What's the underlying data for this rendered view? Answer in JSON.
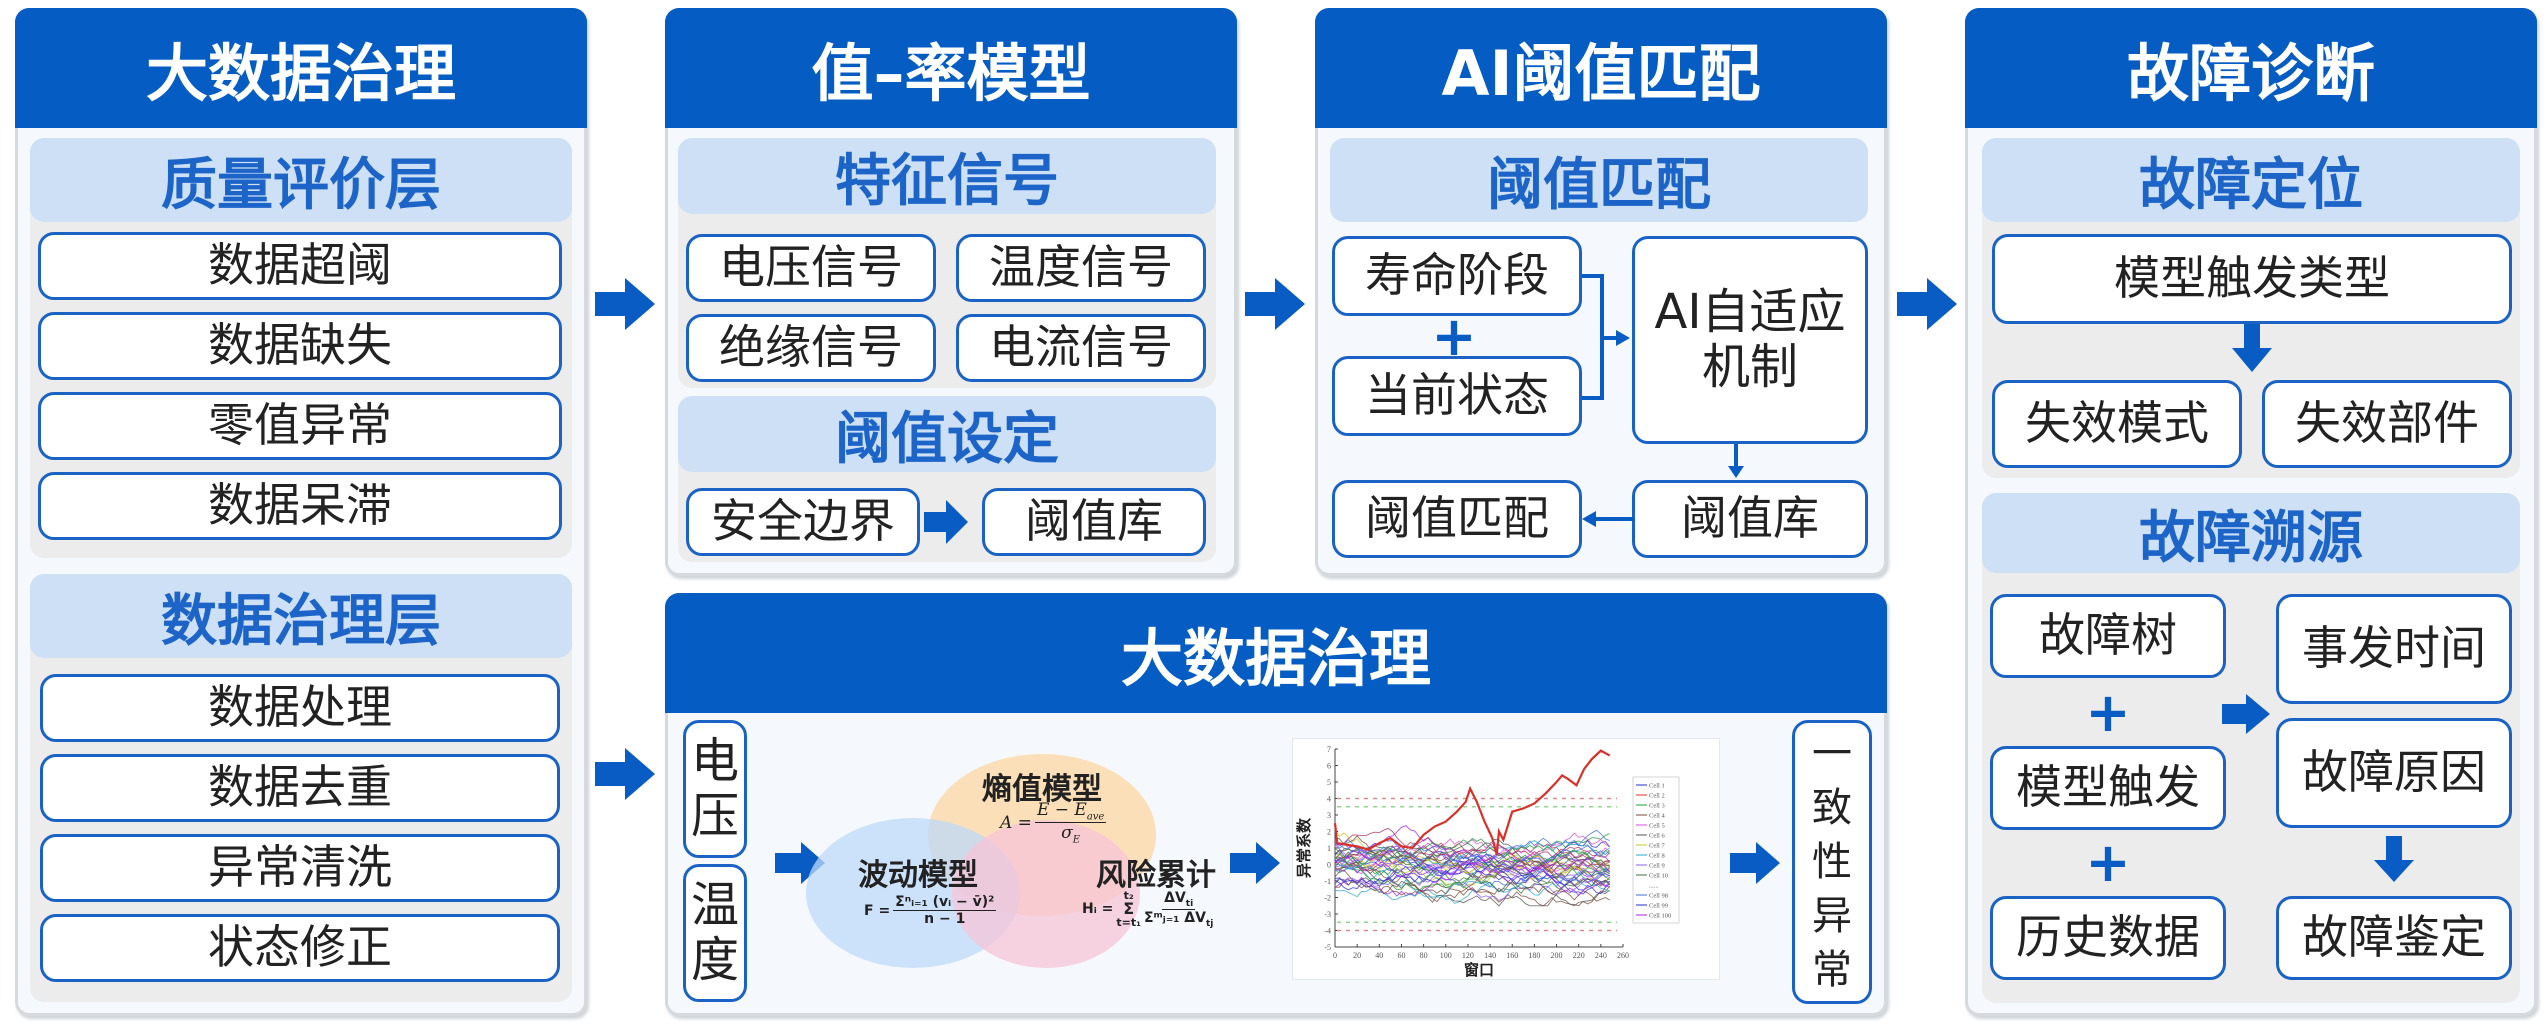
{
  "colors": {
    "primary": "#055cc3",
    "section_bg": "#cde0f5",
    "section_text": "#1c64c8",
    "box_border": "#1a63c5"
  },
  "panels": {
    "governance": {
      "title": "大数据治理",
      "quality_layer": {
        "title": "质量评价层",
        "items": [
          "数据超阈",
          "数据缺失",
          "零值异常",
          "数据呆滞"
        ]
      },
      "processing_layer": {
        "title": "数据治理层",
        "items": [
          "数据处理",
          "数据去重",
          "异常清洗",
          "状态修正"
        ]
      }
    },
    "value_rate_model": {
      "title": "值–率模型",
      "features": {
        "title": "特征信号",
        "items": [
          "电压信号",
          "温度信号",
          "绝缘信号",
          "电流信号"
        ]
      },
      "threshold_setting": {
        "title": "阈值设定",
        "from": "安全边界",
        "to": "阈值库"
      }
    },
    "ai_threshold": {
      "title": "AI阈值匹配",
      "section_title": "阈值匹配",
      "life_stage": "寿命阶段",
      "current_state": "当前状态",
      "mechanism_line1": "AI自适应",
      "mechanism_line2": "机制",
      "threshold_library": "阈值库",
      "threshold_match": "阈值匹配"
    },
    "fault_diagnosis": {
      "title": "故障诊断",
      "locate": {
        "title": "故障定位",
        "trigger_type": "模型触发类型",
        "failure_mode": "失效模式",
        "failure_part": "失效部件"
      },
      "trace": {
        "title": "故障溯源",
        "inputs": [
          "故障树",
          "模型触发",
          "历史数据"
        ],
        "outputs": [
          "事发时间",
          "故障原因"
        ],
        "result": "故障鉴定"
      }
    },
    "bigdata_bottom": {
      "title": "大数据治理",
      "inputs": [
        [
          "电",
          "压"
        ],
        [
          "温",
          "度"
        ]
      ],
      "venn": {
        "entropy": {
          "title": "熵值模型",
          "formula_lhs": "A =",
          "formula_num": "E − E",
          "formula_num_sub": "ave",
          "formula_den": "σ",
          "formula_den_sub": "E"
        },
        "fluctuation": {
          "title": "波动模型",
          "formula_lhs": "F =",
          "formula_num": "Σⁿᵢ₌₁ (vᵢ − v̄)²",
          "formula_den": "n − 1"
        },
        "risk": {
          "title": "风险累计",
          "formula_lhs": "Hᵢ =",
          "formula_sum": "Σ",
          "formula_sum_top": "t₂",
          "formula_sum_bot": "t=t₁",
          "formula_num": "ΔV",
          "formula_num_sub": "ti",
          "formula_den": "Σᵐⱼ₌₁ ΔV",
          "formula_den_sub": "tj"
        }
      },
      "output": [
        "一",
        "致",
        "性",
        "异",
        "常"
      ]
    }
  },
  "chart_data": {
    "type": "line",
    "title": "",
    "xlabel": "窗口",
    "ylabel": "异常系数",
    "xlim": [
      0,
      260
    ],
    "ylim": [
      -5,
      7
    ],
    "x_ticks": [
      "0",
      "20",
      "40",
      "60",
      "80",
      "100",
      "120",
      "140",
      "160",
      "180",
      "200",
      "220",
      "240",
      "260"
    ],
    "y_ticks": [
      "-5",
      "-4",
      "-3",
      "-2",
      "-1",
      "0",
      "1",
      "2",
      "3",
      "4",
      "5",
      "6",
      "7"
    ],
    "thresholds": [
      {
        "value": 4,
        "color": "#d98a8a",
        "style": "dashed"
      },
      {
        "value": 3.5,
        "color": "#8fd48f",
        "style": "dashed"
      },
      {
        "value": -3.5,
        "color": "#8fd48f",
        "style": "dashed"
      },
      {
        "value": -4,
        "color": "#d98a8a",
        "style": "dashed"
      }
    ],
    "legend": [
      "Cell 1",
      "Cell 2",
      "Cell 3",
      "Cell 4",
      "Cell 5",
      "Cell 6",
      "Cell 7",
      "Cell 8",
      "Cell 9",
      "Cell 10",
      "......",
      "Cell 98",
      "Cell 99",
      "Cell 100"
    ],
    "legend_placement": "right",
    "highlight_series": {
      "name": "Cell 2",
      "color": "#d8312a",
      "x": [
        0,
        2,
        10,
        20,
        30,
        40,
        50,
        60,
        70,
        80,
        90,
        100,
        110,
        118,
        122,
        128,
        135,
        142,
        146,
        148,
        152,
        160,
        170,
        180,
        190,
        200,
        205,
        210,
        218,
        225,
        232,
        240,
        248
      ],
      "y": [
        2.5,
        1.3,
        1.2,
        1.1,
        0.9,
        1.3,
        1.6,
        1.1,
        1.0,
        1.8,
        2.3,
        2.6,
        3.2,
        3.8,
        4.6,
        3.8,
        2.6,
        1.6,
        0.6,
        2.0,
        1.5,
        3.2,
        3.4,
        3.7,
        4.3,
        5.0,
        5.4,
        5.2,
        4.8,
        5.8,
        6.4,
        6.9,
        6.6
      ]
    },
    "background_series_band": [
      -2.5,
      3
    ]
  }
}
